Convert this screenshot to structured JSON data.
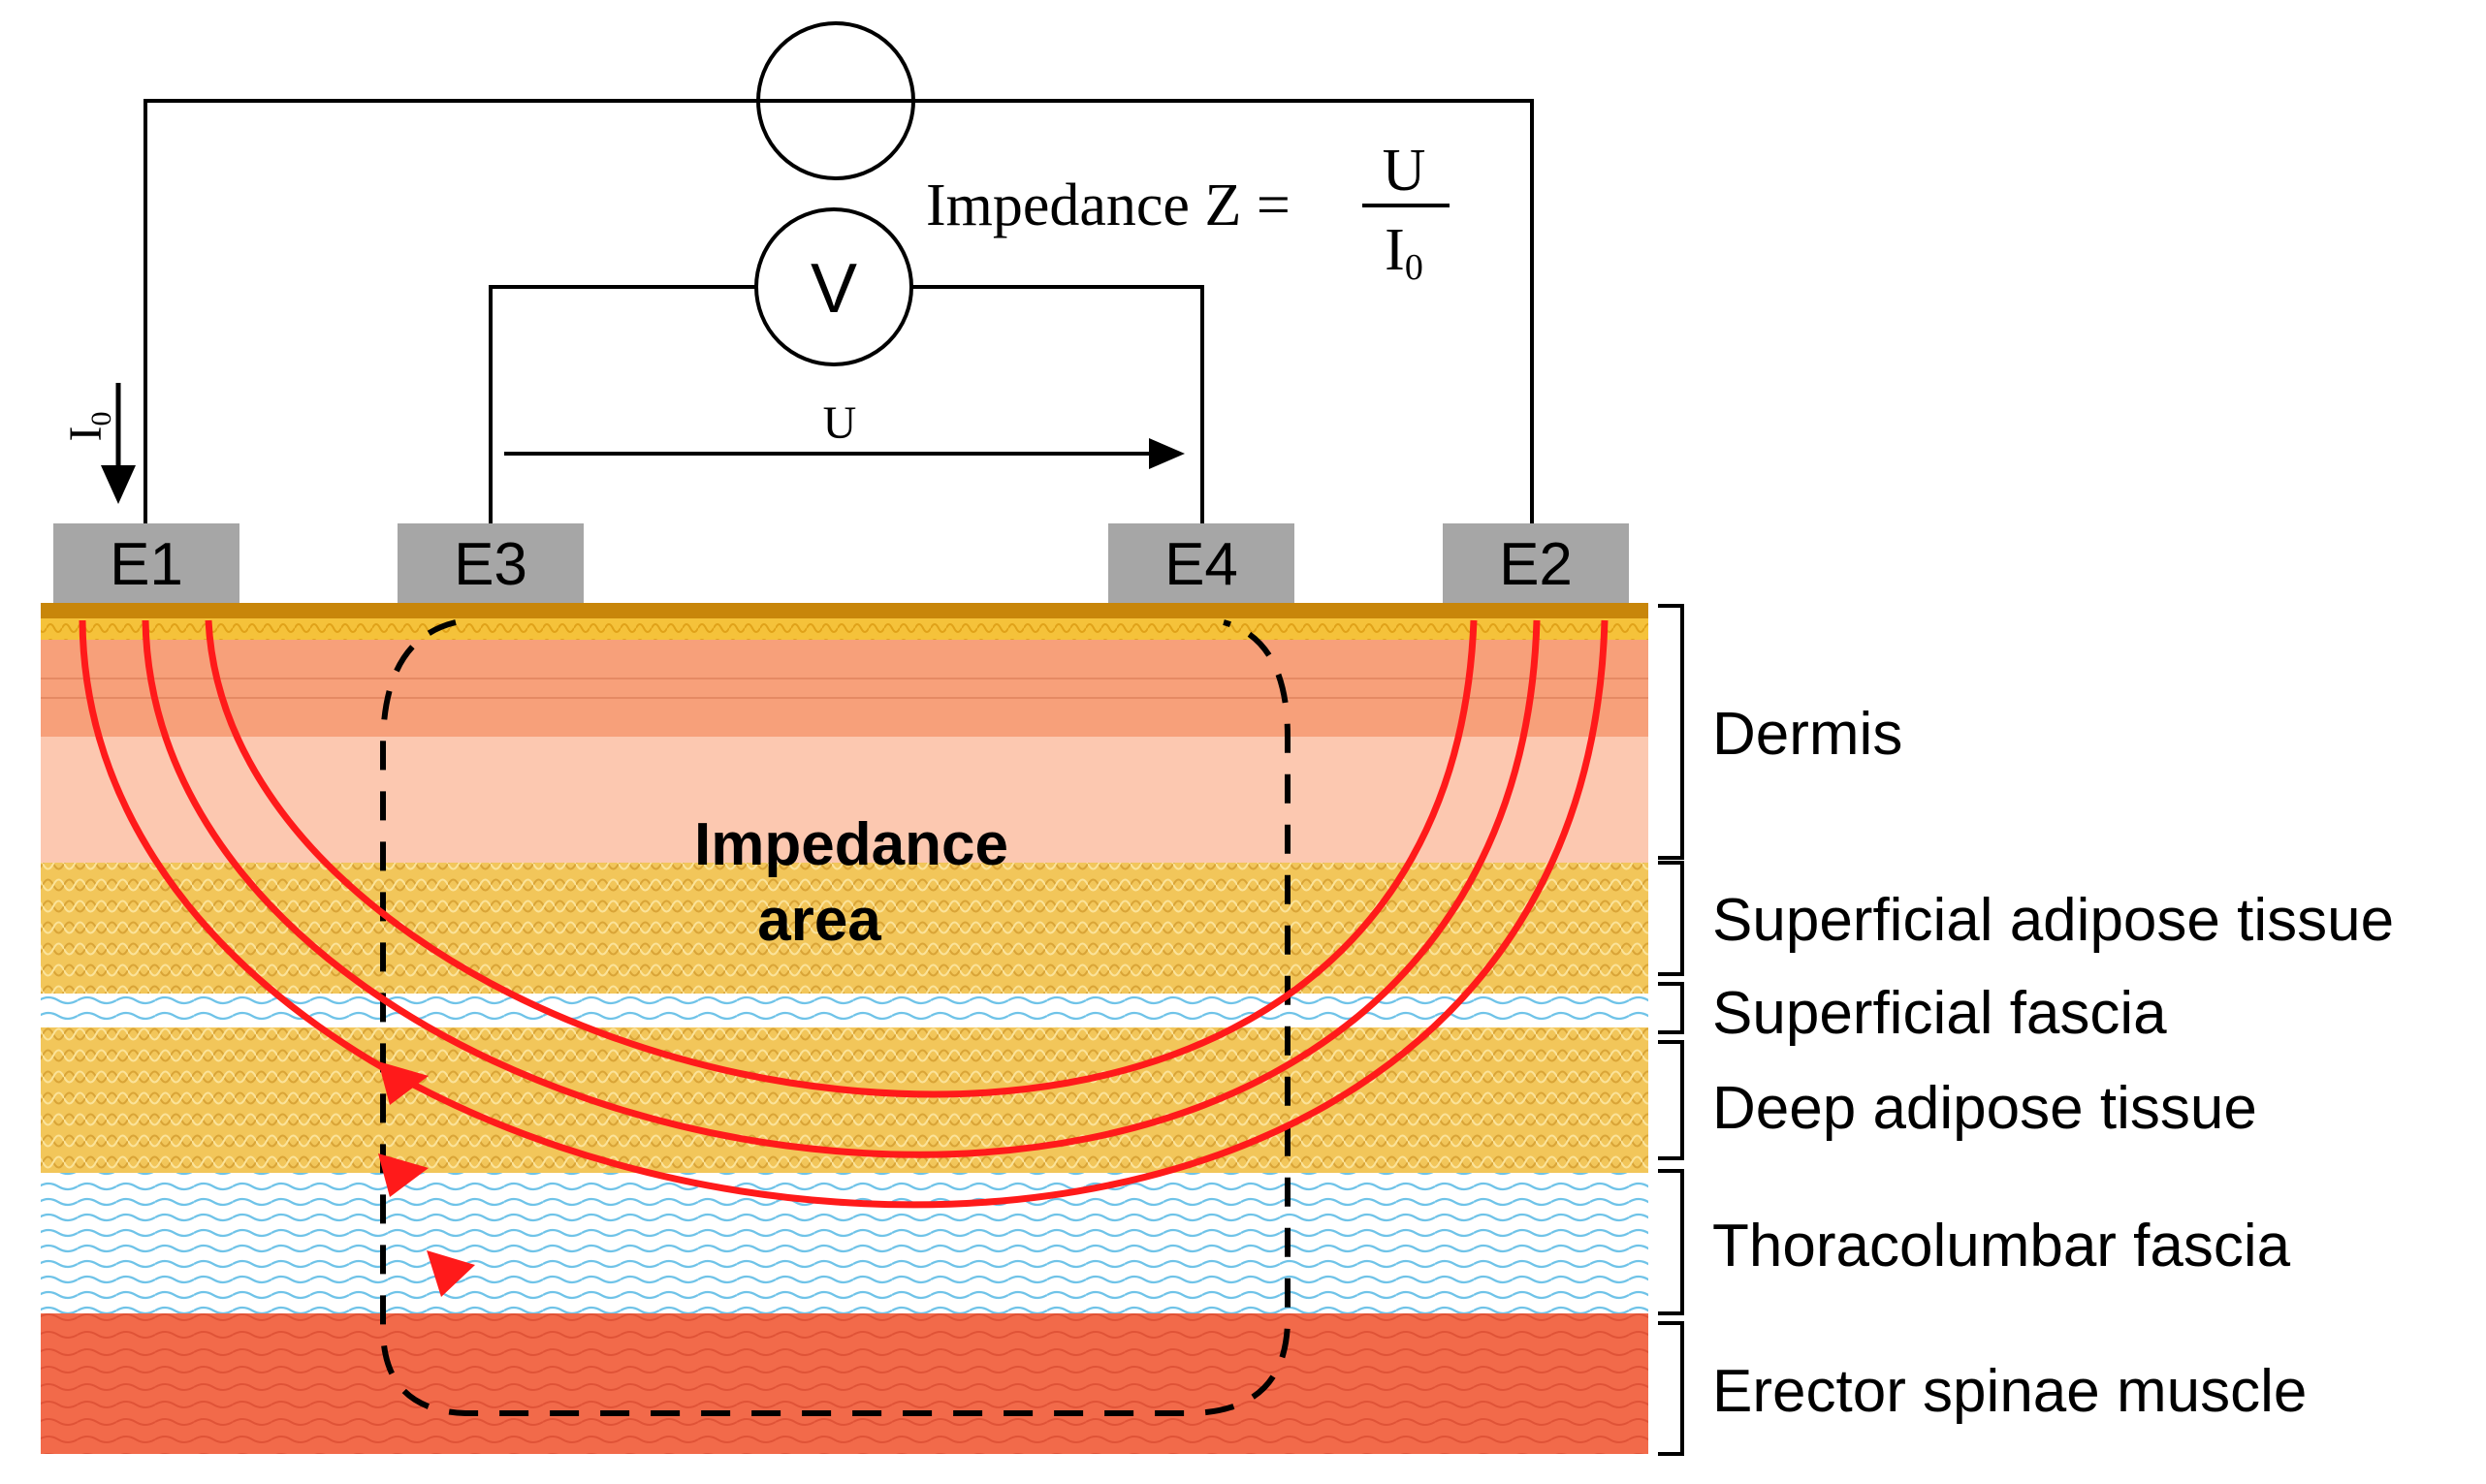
{
  "electrodes": {
    "e1": "E1",
    "e3": "E3",
    "e4": "E4",
    "e2": "E2"
  },
  "voltmeter_symbol": "V",
  "current_label": {
    "main": "I",
    "sub": "0"
  },
  "voltage_label": "U",
  "formula": {
    "prefix": "Impedance Z =",
    "numerator": "U",
    "denominator_main": "I",
    "denominator_sub": "0"
  },
  "impedance_area": {
    "line1": "Impedance",
    "line2": "area"
  },
  "layers": [
    {
      "name": "Dermis"
    },
    {
      "name": "Superficial adipose tissue"
    },
    {
      "name": "Superficial fascia"
    },
    {
      "name": "Deep adipose tissue"
    },
    {
      "name": "Thoracolumbar fascia"
    },
    {
      "name": "Erector spinae muscle"
    }
  ],
  "colors": {
    "skin_surface": "#c8860a",
    "dermis_upper": "#f7a07a",
    "dermis_lower": "#fcc8b0",
    "adipose": "#f2c65a",
    "fascia_wave": "#6fc3e8",
    "muscle": "#f26a4a",
    "current_path": "#ff1a1a",
    "electrode": "#a6a6a6"
  }
}
